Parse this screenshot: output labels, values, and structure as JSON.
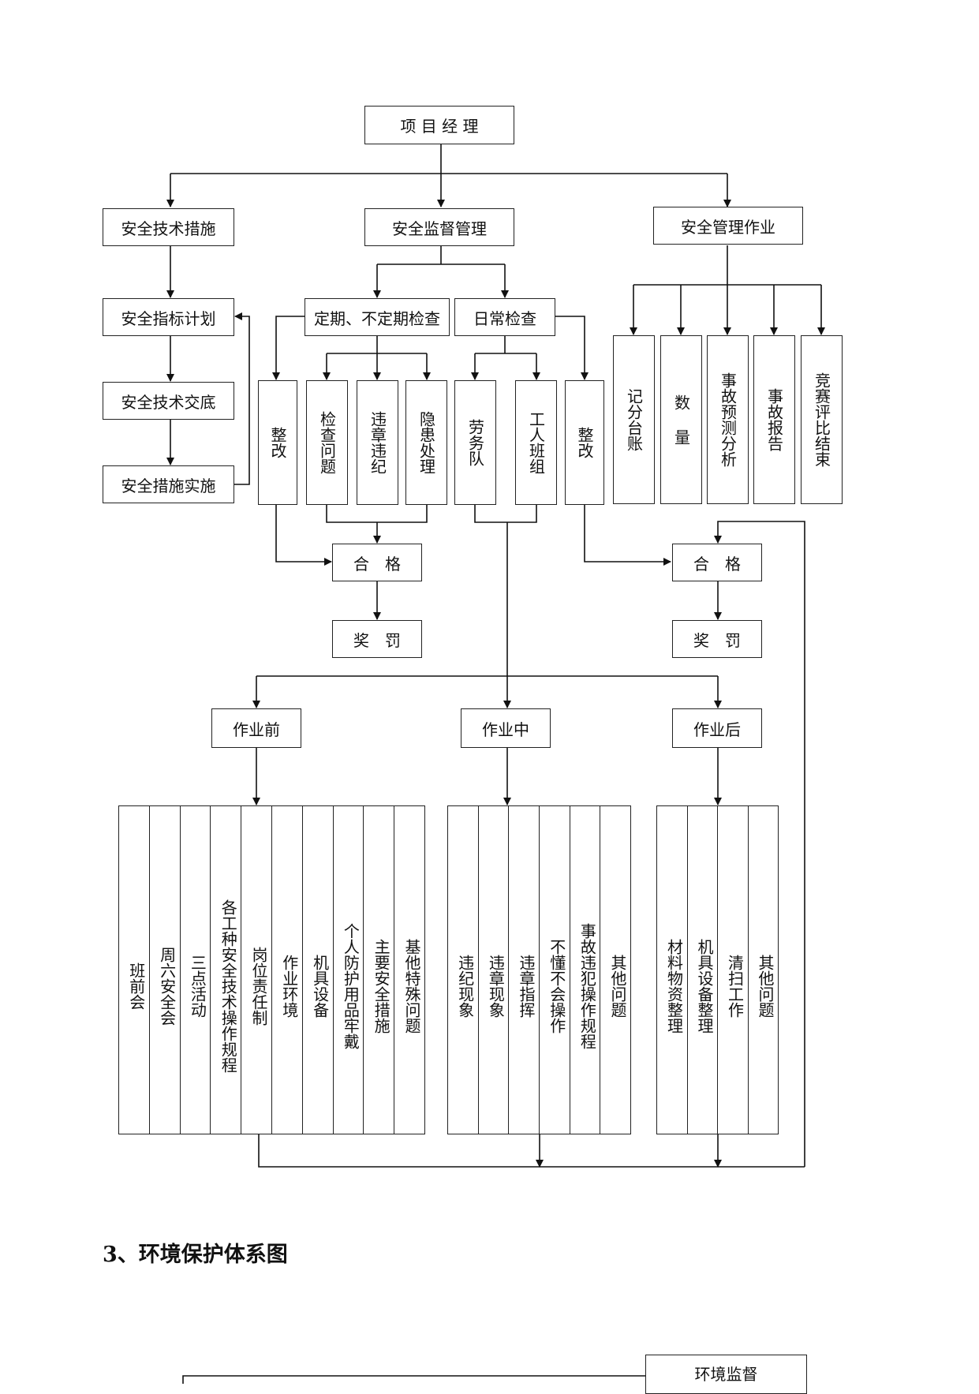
{
  "nodes": {
    "pm": "项 目 经 理",
    "tech": "安全技术措施",
    "supervise": "安全监督管理",
    "mgmt_work": "安全管理作业",
    "index_plan": "安全指标计划",
    "tech_disclosure": "安全技术交底",
    "measures_impl": "安全措施实施",
    "periodic": "定期、不定期检查",
    "daily": "日常检查",
    "rectify_1": "整改",
    "check_problems": "检查问题",
    "violations": "违章违纪",
    "hazard": "隐患处理",
    "labor_team": "劳务队",
    "worker_group": "工人班组",
    "rectify_2": "整改",
    "record": "记分台账",
    "quantity": "数 量",
    "predict": "事故预测分析",
    "report": "事故报告",
    "contest": "竞赛评比结束",
    "pass_left": "合　格",
    "reward_left": "奖　罚",
    "pass_right": "合　格",
    "reward_right": "奖　罚",
    "before": "作业前",
    "during": "作业中",
    "after": "作业后",
    "env_supervise": "环境监督"
  },
  "before_items": [
    "班前会",
    "周六安全会",
    "三点活动",
    "各工种安全技术操作规程",
    "岗位责任制",
    "作业环境",
    "机具设备",
    "个人防护用品牢戴",
    "主要安全措施",
    "基他特殊问题"
  ],
  "during_items": [
    "违纪现象",
    "违章现象",
    "违章指挥",
    "不懂不会操作",
    "事故违犯操作规程",
    "其他问题"
  ],
  "after_items": [
    "材料物资整理",
    "机具设备整理",
    "清扫工作",
    "其他问题"
  ],
  "section_heading": "3、环境保护体系图"
}
